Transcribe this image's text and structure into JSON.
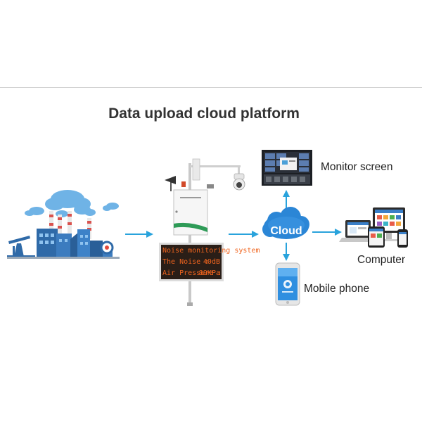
{
  "title": "Data upload cloud platform",
  "display_panel": {
    "line1": "Noise monitoring system",
    "line2_label": "The Noise :",
    "line2_value": "40dB",
    "line3_label": "Air Pressure :",
    "line3_value": "99KPa"
  },
  "cloud_label": "Cloud",
  "outputs": {
    "monitor": "Monitor screen",
    "computer": "Computer",
    "phone": "Mobile phone"
  },
  "colors": {
    "arrow": "#29a3dc",
    "cloud": "#2b86d6",
    "led": "#f0641e",
    "factory": "#2f6aa8"
  }
}
